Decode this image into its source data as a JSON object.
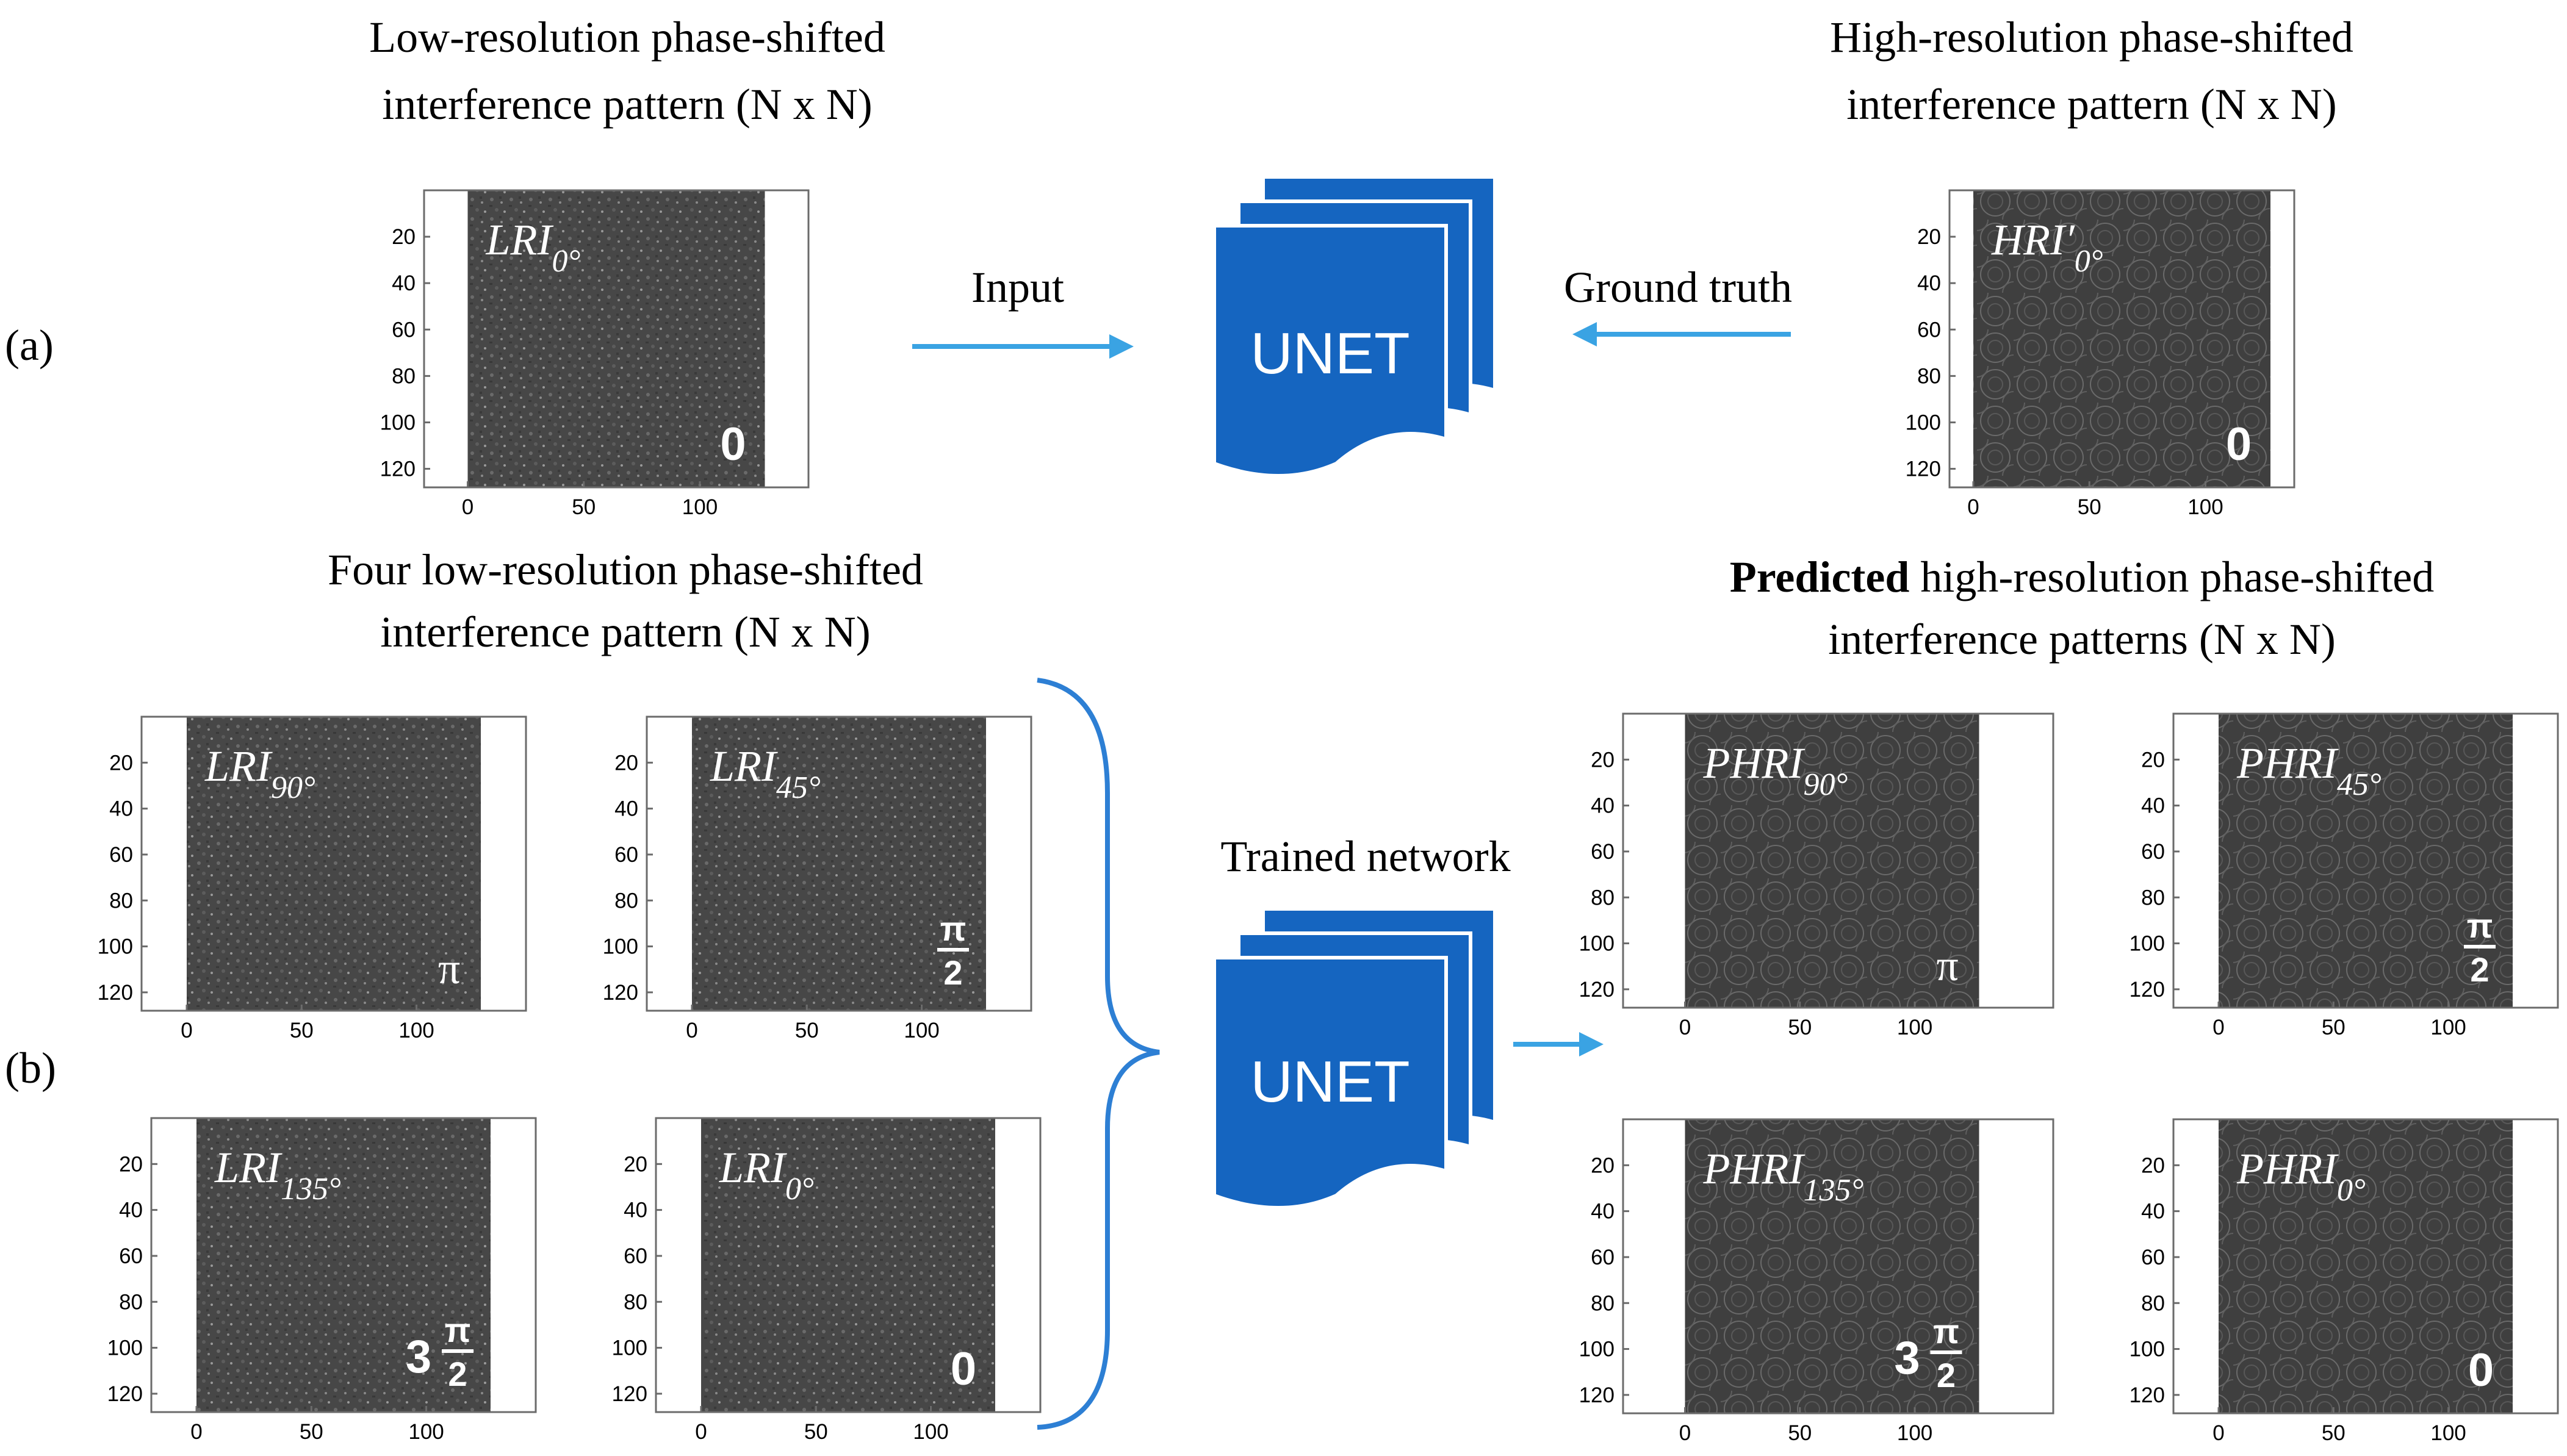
{
  "panel_labels": {
    "a": "(a)",
    "b": "(b)"
  },
  "headings": {
    "low_res_line1": "Low-resolution phase-shifted",
    "low_res_line2": "interference pattern (N x N)",
    "high_res_line1": "High-resolution phase-shifted",
    "high_res_line2": "interference pattern (N x N)",
    "four_low_line1": "Four low-resolution phase-shifted",
    "four_low_line2": "interference pattern (N x N)",
    "predicted_bold": "Predicted",
    "predicted_rest": " high-resolution phase-shifted",
    "predicted_line2": "interference patterns (N x N)"
  },
  "flow": {
    "input": "Input",
    "ground_truth": "Ground truth",
    "trained_network": "Trained network",
    "unet_top": "UNET",
    "unet_bottom": "UNET"
  },
  "axes": {
    "y_ticks": [
      "20",
      "40",
      "60",
      "80",
      "100",
      "120"
    ],
    "x_ticks": [
      "0",
      "50",
      "100"
    ]
  },
  "images": {
    "a_input": {
      "name": "LRI",
      "sub": "0°",
      "phase": "0"
    },
    "a_truth": {
      "name": "HRI′",
      "sub": "0°",
      "phase": "0"
    },
    "b_lri_90": {
      "name": "LRI",
      "sub": "90°",
      "phase": "π"
    },
    "b_lri_45": {
      "name": "LRI",
      "sub": "45°",
      "phase_num": "π",
      "phase_den": "2"
    },
    "b_lri_135": {
      "name": "LRI",
      "sub": "135°",
      "phase_coef": "3",
      "phase_num": "π",
      "phase_den": "2"
    },
    "b_lri_0": {
      "name": "LRI",
      "sub": "0°",
      "phase": "0"
    },
    "b_phri_90": {
      "name": "PHRI",
      "sub": "90°",
      "phase": "π"
    },
    "b_phri_45": {
      "name": "PHRI",
      "sub": "45°",
      "phase_num": "π",
      "phase_den": "2"
    },
    "b_phri_135": {
      "name": "PHRI",
      "sub": "135°",
      "phase_coef": "3",
      "phase_num": "π",
      "phase_den": "2"
    },
    "b_phri_0": {
      "name": "PHRI",
      "sub": "0°",
      "phase": "0"
    }
  }
}
